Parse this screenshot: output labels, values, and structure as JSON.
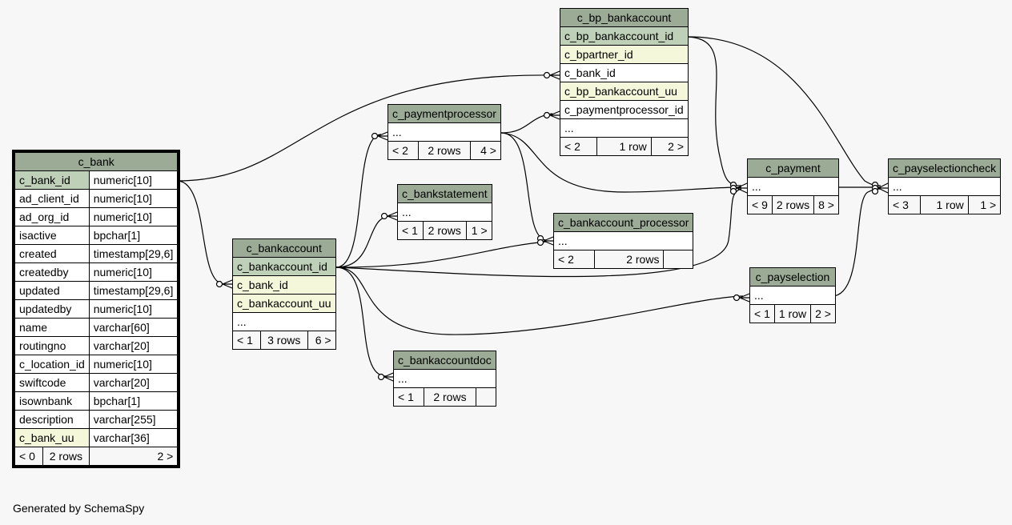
{
  "colors": {
    "header": "#9bab96",
    "primary_key": "#bed1b8",
    "foreign_key": "#f4f7da",
    "background": "#f7f7f7"
  },
  "tables": {
    "c_bank": {
      "name": "c_bank",
      "columns": [
        {
          "name": "c_bank_id",
          "type": "numeric[10]"
        },
        {
          "name": "ad_client_id",
          "type": "numeric[10]"
        },
        {
          "name": "ad_org_id",
          "type": "numeric[10]"
        },
        {
          "name": "isactive",
          "type": "bpchar[1]"
        },
        {
          "name": "created",
          "type": "timestamp[29,6]"
        },
        {
          "name": "createdby",
          "type": "numeric[10]"
        },
        {
          "name": "updated",
          "type": "timestamp[29,6]"
        },
        {
          "name": "updatedby",
          "type": "numeric[10]"
        },
        {
          "name": "name",
          "type": "varchar[60]"
        },
        {
          "name": "routingno",
          "type": "varchar[20]"
        },
        {
          "name": "c_location_id",
          "type": "numeric[10]"
        },
        {
          "name": "swiftcode",
          "type": "varchar[20]"
        },
        {
          "name": "isownbank",
          "type": "bpchar[1]"
        },
        {
          "name": "description",
          "type": "varchar[255]"
        },
        {
          "name": "c_bank_uu",
          "type": "varchar[36]"
        }
      ],
      "footer": {
        "parents": "< 0",
        "rows": "2 rows",
        "children": "2 >"
      }
    },
    "c_bankaccount": {
      "name": "c_bankaccount",
      "columns": [
        "c_bankaccount_id",
        "c_bank_id",
        "c_bankaccount_uu",
        "..."
      ],
      "footer": {
        "parents": "< 1",
        "rows": "3 rows",
        "children": "6 >"
      }
    },
    "c_paymentprocessor": {
      "name": "c_paymentprocessor",
      "columns": [
        "..."
      ],
      "footer": {
        "parents": "< 2",
        "rows": "2 rows",
        "children": "4 >"
      }
    },
    "c_bankstatement": {
      "name": "c_bankstatement",
      "columns": [
        "..."
      ],
      "footer": {
        "parents": "< 1",
        "rows": "2 rows",
        "children": "1 >"
      }
    },
    "c_bankaccountdoc": {
      "name": "c_bankaccountdoc",
      "columns": [
        "..."
      ],
      "footer": {
        "parents": "< 1",
        "rows": "2 rows",
        "children": ""
      }
    },
    "c_bp_bankaccount": {
      "name": "c_bp_bankaccount",
      "columns": [
        "c_bp_bankaccount_id",
        "c_bpartner_id",
        "c_bank_id",
        "c_bp_bankaccount_uu",
        "c_paymentprocessor_id",
        "..."
      ],
      "footer": {
        "parents": "< 2",
        "rows": "1 row",
        "children": "2 >"
      }
    },
    "c_bankaccount_processor": {
      "name": "c_bankaccount_processor",
      "columns": [
        "..."
      ],
      "footer": {
        "parents": "< 2",
        "rows": "2 rows",
        "children": ""
      }
    },
    "c_payment": {
      "name": "c_payment",
      "columns": [
        "..."
      ],
      "footer": {
        "parents": "< 9",
        "rows": "2 rows",
        "children": "8 >"
      }
    },
    "c_payselection": {
      "name": "c_payselection",
      "columns": [
        "..."
      ],
      "footer": {
        "parents": "< 1",
        "rows": "1 row",
        "children": "2 >"
      }
    },
    "c_payselectioncheck": {
      "name": "c_payselectioncheck",
      "columns": [
        "..."
      ],
      "footer": {
        "parents": "< 3",
        "rows": "1 row",
        "children": "1 >"
      }
    }
  },
  "footer_text": "Generated by SchemaSpy"
}
